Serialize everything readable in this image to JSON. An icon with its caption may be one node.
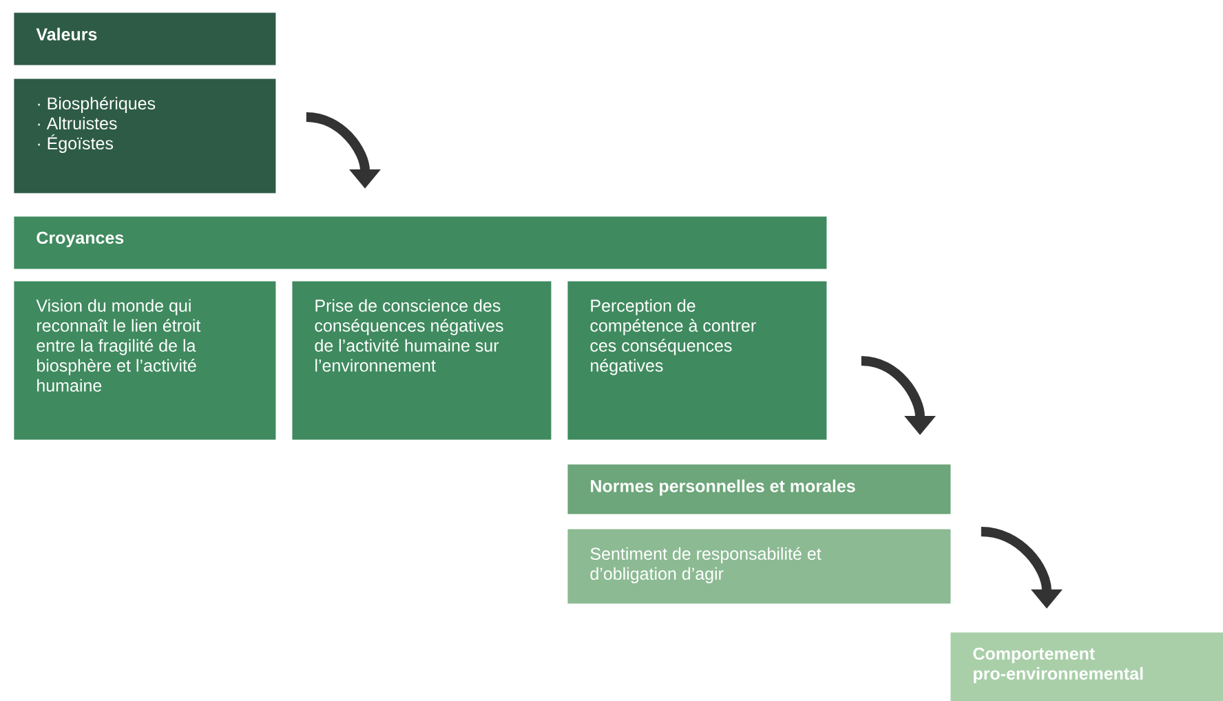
{
  "diagram": {
    "nodes": [
      {
        "text": [
          "Valeurs"
        ]
      },
      {
        "text": [
          "· Biosphériques",
          "· Altruistes",
          "· Égoïstes"
        ]
      },
      {
        "text": [
          "Croyances"
        ]
      },
      {
        "text": [
          "Vision du monde qui reconnaît le lien étroit entre la fragilité de la biosphère et l’activité humaine"
        ]
      },
      {
        "text": [
          "Prise de conscience des conséquences négatives de l’activité humaine sur l’environnement"
        ]
      },
      {
        "text": [
          "Perception de compétence à contrer ces conséquences négatives"
        ]
      },
      {
        "text": [
          "Normes personnelles et morales"
        ]
      },
      {
        "text": [
          "Sentiment de responsabilité et d’obligation d’agir"
        ]
      },
      {
        "text": [
          "Comportement pro-environnemental"
        ]
      }
    ],
    "edges": [
      {
        "from": 1,
        "to": 2,
        "arrow": "to"
      },
      {
        "from": 5,
        "to": 6,
        "arrow": "to"
      },
      {
        "from": 7,
        "to": 8,
        "arrow": "to"
      }
    ]
  }
}
